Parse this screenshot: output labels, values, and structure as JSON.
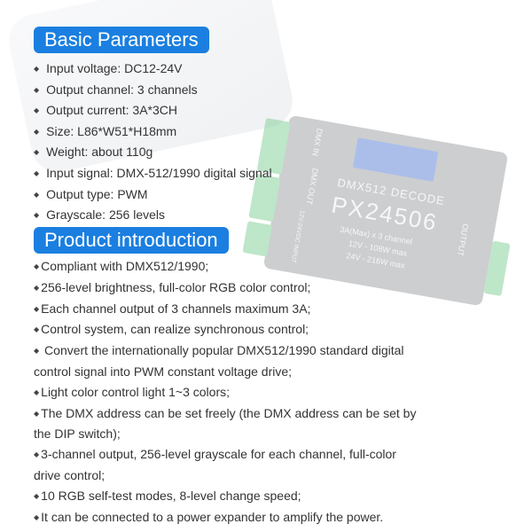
{
  "basic": {
    "title": "Basic Parameters",
    "items": [
      "Input voltage: DC12-24V",
      "Output channel: 3 channels",
      "Output current: 3A*3CH",
      "Size: L86*W51*H18mm",
      "Weight: about 110g",
      "Input signal: DMX-512/1990 digital signal",
      "Output type: PWM",
      "Grayscale: 256 levels"
    ]
  },
  "intro": {
    "title": "Product introduction",
    "items": [
      "Compliant with DMX512/1990;",
      "256-level brightness, full-color RGB color control;",
      "Each channel output of 3 channels maximum 3A;",
      "Control system, can realize synchronous control;",
      " Convert the internationally popular DMX512/1990 standard digital control signal into PWM constant voltage drive;",
      "Light color control light 1~3 colors;",
      "The DMX address can be set freely (the DMX address can be set by the DIP switch);",
      "3-channel output, 256-level grayscale for each channel, full-color drive control;",
      "10 RGB self-test modes, 8-level change speed;",
      "It can be connected to a power expander to amplify the power."
    ]
  },
  "product_image": {
    "brand": "DMX512 DECODE",
    "model": "PX24506",
    "spec1": "3A(Max) x 3 channel",
    "spec2": "12V - 108W max",
    "spec3": "24V - 216W max",
    "dmx_in": "DMX IN",
    "dmx_out": "DMX OUT",
    "input": "12V-24VDC INPUT",
    "output": "OUTPUT"
  },
  "colors": {
    "accent": "#1a7fe0"
  }
}
